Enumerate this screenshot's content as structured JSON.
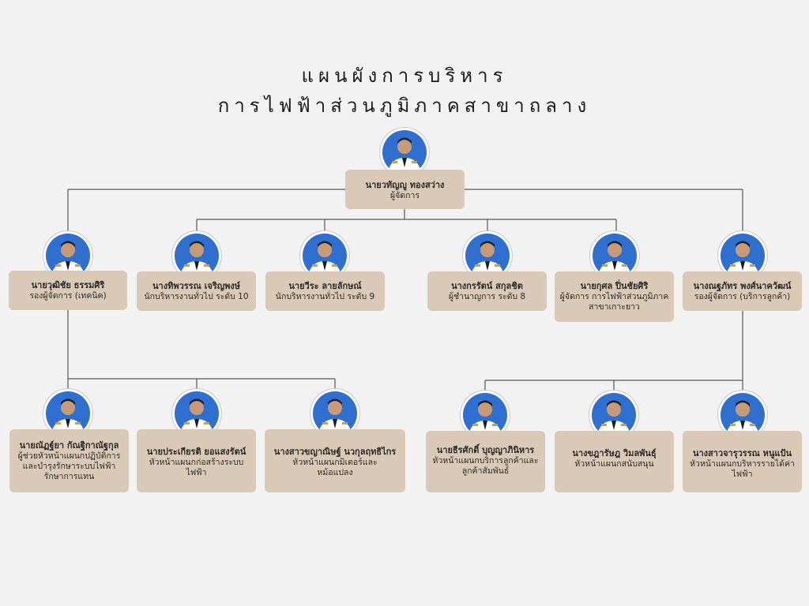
{
  "title": {
    "line1": "แผนผังการบริหาร",
    "line2": "การไฟฟ้าส่วนภูมิภาคสาขาถลาง"
  },
  "colors": {
    "background": "#f2f2f2",
    "card": "#d9c9b6",
    "connector": "#555555",
    "photo_backdrop": "#2f6fd0"
  },
  "manager": {
    "name": "นายวทัญญู ทองสว่าง",
    "role": "ผู้จัดการ"
  },
  "tier2": [
    {
      "name": "นายวุฒิชัย ธรรมศิริ",
      "role": "รองผู้จัดการ (เทคนิค)"
    },
    {
      "name": "นางทิพวรรณ เจริญพงษ์",
      "role": "นักบริหารงานทั่วไป ระดับ 10"
    },
    {
      "name": "นายวีระ ลายลักษณ์",
      "role": "นักบริหารงานทั่วไป ระดับ 9"
    },
    {
      "name": "นางกรรัตน์ สกุลชิต",
      "role": "ผู้ชำนาญการ ระดับ 8"
    },
    {
      "name": "นายกุศล ปิ่นชัยศิริ",
      "role": "ผู้จัดการ การไฟฟ้าส่วนภูมิภาค สาขาเกาะยาว"
    },
    {
      "name": "นางณฐภัทร พงศ์นาควัฒน์",
      "role": "รองผู้จัดการ (บริการลูกค้า)"
    }
  ],
  "tier3_left": [
    {
      "name": "นายณัฏฐ์ยา กัณฐิกาณัฐกุล",
      "role": "ผู้ช่วยหัวหน้าแผนกปฏิบัติการและบำรุงรักษาระบบไฟฟ้า รักษาการแทน"
    },
    {
      "name": "นายประเกียรติ ยอแสงรัตน์",
      "role": "หัวหน้าแผนกก่อสร้างระบบไฟฟ้า"
    },
    {
      "name": "นางสาวขญาณิษฐ์ นวกุลฤทธิไกร",
      "role": "หัวหน้าแผนกมิเตอร์และหม้อแปลง"
    }
  ],
  "tier3_right": [
    {
      "name": "นายธีรศักดิ์ บุญญาภินิหาร",
      "role": "หัวหน้าแผนกบริการลูกค้าและลูกค้าสัมพันธ์"
    },
    {
      "name": "นางขฎารัษฎ วิมลพันธุ์",
      "role": "หัวหน้าแผนกสนับสนุน"
    },
    {
      "name": "นางสาวจารุวรรณ หนูแป้น",
      "role": "หัวหน้าแผนกบริหารรายได้ค่าไฟฟ้า"
    }
  ]
}
